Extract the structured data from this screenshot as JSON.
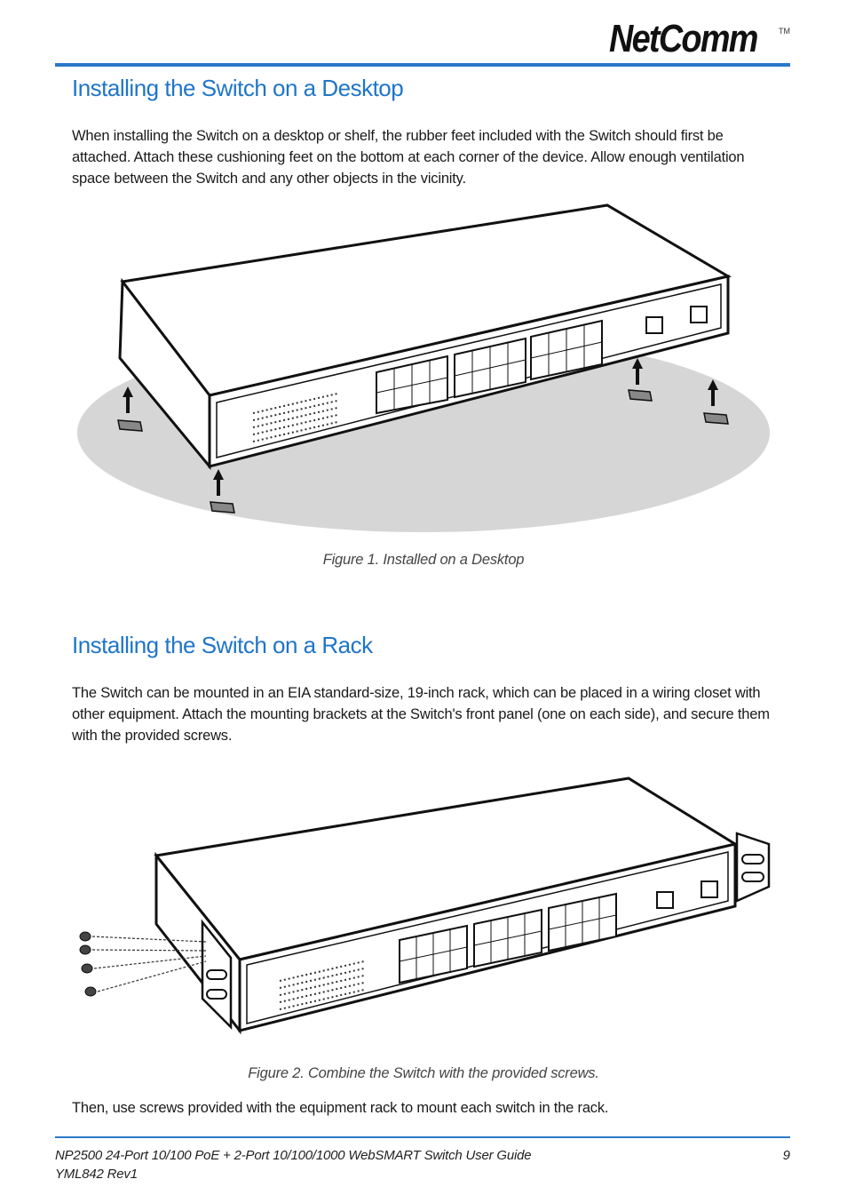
{
  "header": {
    "brand": "NetComm",
    "trademark": "TM"
  },
  "section1": {
    "title": "Installing the Switch on a Desktop",
    "body": "When installing the Switch on a desktop or shelf, the rubber feet included with the Switch should first be attached. Attach these cushioning feet on the bottom at each corner of the device. Allow enough ventilation space between the Switch and any other objects in the vicinity.",
    "caption": "Figure 1. Installed on a Desktop"
  },
  "section2": {
    "title": "Installing the Switch on a Rack",
    "body": "The Switch can be mounted in an EIA standard-size, 19-inch rack, which can be placed in a wiring closet with other equipment. Attach the mounting brackets at the Switch's front panel (one on each side), and secure them with the provided screws.",
    "caption": "Figure 2. Combine the Switch with the provided screws.",
    "closing": "Then, use screws provided with the equipment rack to mount each switch in the rack."
  },
  "footer": {
    "product": "NP2500 24-Port 10/100 PoE + 2-Port 10/100/1000 WebSMART Switch User Guide",
    "revision": "YML842 Rev1",
    "page_number": "9"
  }
}
